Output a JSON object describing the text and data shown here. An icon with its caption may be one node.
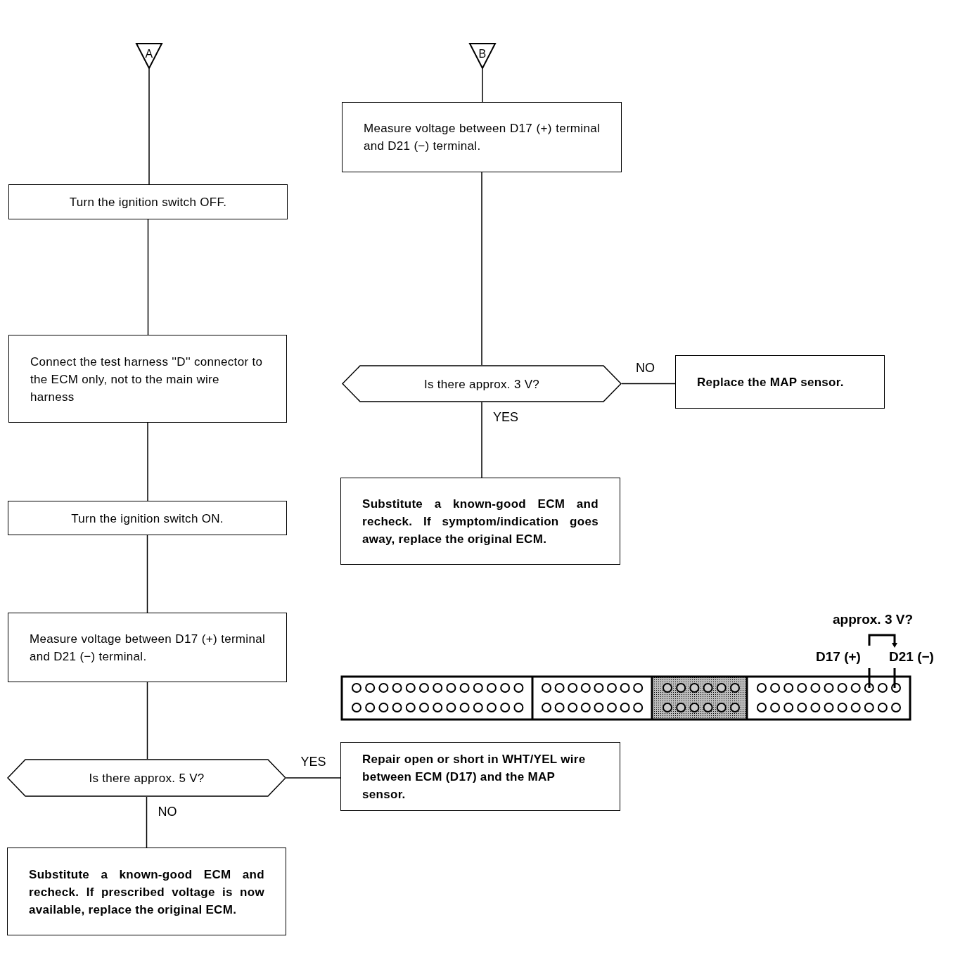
{
  "diagram": {
    "nodes": [
      {
        "text": [
          "A"
        ]
      },
      {
        "text": [
          "B"
        ]
      },
      {
        "text": [
          "Turn the ignition switch OFF."
        ]
      },
      {
        "text": [
          "Connect the test harness ''D'' connector to the ECM only, not to the main wire harness"
        ]
      },
      {
        "text": [
          "Turn the ignition switch ON."
        ]
      },
      {
        "text": [
          "Measure voltage between D17 (+) terminal and D21 (−) terminal."
        ]
      },
      {
        "text": [
          "Is there approx. 5 V?"
        ]
      },
      {
        "text": [
          "Repair open or short in WHT/YEL wire between ECM (D17) and the MAP sensor."
        ]
      },
      {
        "text": [
          "Substitute a known-good ECM and recheck. If prescribed voltage is now available, replace the original ECM."
        ]
      },
      {
        "text": [
          "Measure voltage between D17 (+) terminal and D21 (−) terminal."
        ]
      },
      {
        "text": [
          "Is there approx. 3 V?"
        ]
      },
      {
        "text": [
          "Replace the MAP sensor."
        ]
      },
      {
        "text": [
          "Substitute a known-good ECM and recheck. If symptom/indication goes away, replace the original ECM."
        ]
      }
    ],
    "edges": [
      {
        "from": 0,
        "to": 2,
        "arrow": "none"
      },
      {
        "from": 2,
        "to": 3,
        "arrow": "none"
      },
      {
        "from": 3,
        "to": 4,
        "arrow": "none"
      },
      {
        "from": 4,
        "to": 5,
        "arrow": "none"
      },
      {
        "from": 5,
        "to": 6,
        "arrow": "none"
      },
      {
        "from": 6,
        "to": 7,
        "arrow": "none",
        "label": "YES"
      },
      {
        "from": 6,
        "to": 8,
        "arrow": "none",
        "label": "NO"
      },
      {
        "from": 1,
        "to": 9,
        "arrow": "none"
      },
      {
        "from": 9,
        "to": 10,
        "arrow": "none"
      },
      {
        "from": 10,
        "to": 11,
        "arrow": "none",
        "label": "NO"
      },
      {
        "from": 10,
        "to": 12,
        "arrow": "none",
        "label": "YES"
      }
    ],
    "labels": [
      "approx. 3 V?",
      "D17 (+)",
      "D21 (−)"
    ]
  }
}
